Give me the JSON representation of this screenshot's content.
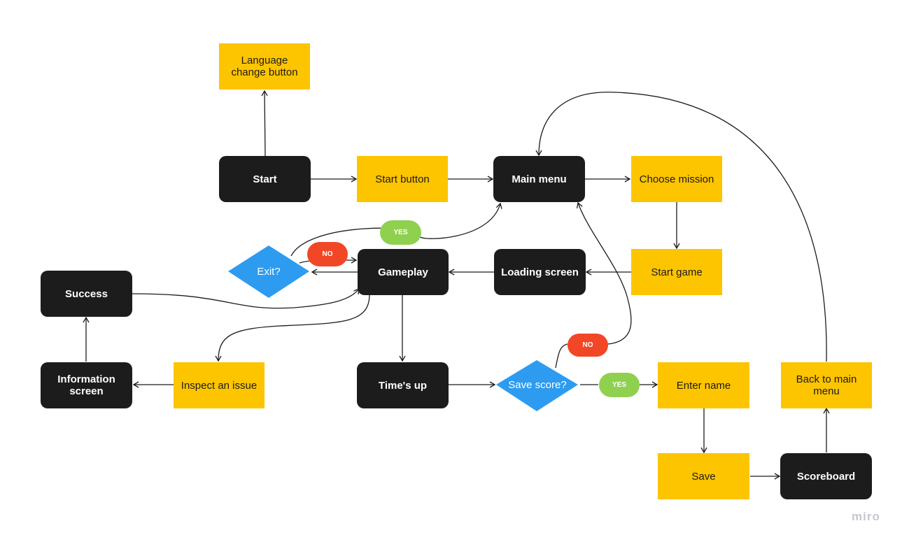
{
  "nodes": {
    "language_change_button": "Language change button",
    "start": "Start",
    "start_button": "Start button",
    "main_menu": "Main menu",
    "choose_mission": "Choose mission",
    "start_game": "Start game",
    "loading_screen": "Loading screen",
    "gameplay": "Gameplay",
    "exit": "Exit?",
    "success": "Success",
    "information_screen": "Information screen",
    "inspect_an_issue": "Inspect an issue",
    "times_up": "Time's up",
    "save_score": "Save score?",
    "enter_name": "Enter name",
    "save": "Save",
    "scoreboard": "Scoreboard",
    "back_to_main_menu": "Back to main menu"
  },
  "labels": {
    "exit_yes": "YES",
    "exit_no": "NO",
    "save_no": "NO",
    "save_yes": "YES"
  },
  "colors": {
    "dark_node": "#1c1c1c",
    "yellow_node": "#fdc400",
    "decision": "#2d9bf0",
    "yes_pill": "#8fd14f",
    "no_pill": "#f24726"
  },
  "logo": "miro"
}
